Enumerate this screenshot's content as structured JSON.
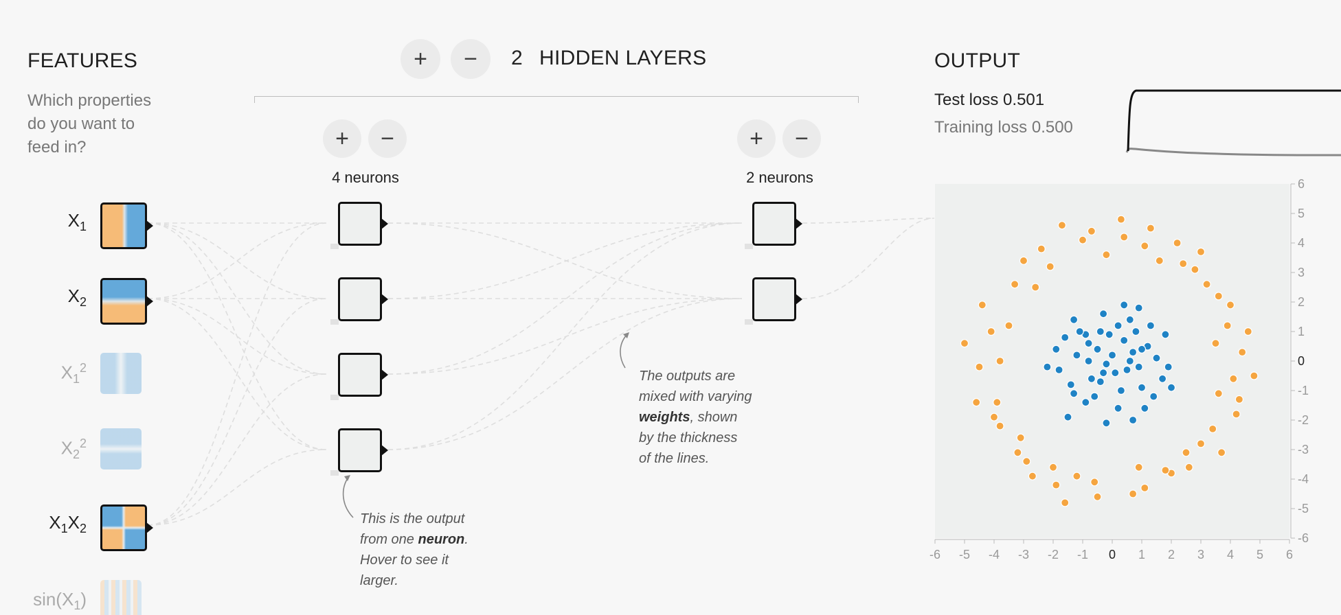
{
  "features": {
    "title": "FEATURES",
    "subtitle_lines": [
      "Which properties",
      "do you want to",
      "feed in?"
    ],
    "items": [
      {
        "id": "x1",
        "base": "X",
        "sub1": "1",
        "sup": "",
        "base2": "",
        "sub2": "",
        "active": true
      },
      {
        "id": "x2",
        "base": "X",
        "sub1": "2",
        "sup": "",
        "base2": "",
        "sub2": "",
        "active": true
      },
      {
        "id": "x1sq",
        "base": "X",
        "sub1": "1",
        "sup": "2",
        "base2": "",
        "sub2": "",
        "active": false
      },
      {
        "id": "x2sq",
        "base": "X",
        "sub1": "2",
        "sup": "2",
        "base2": "",
        "sub2": "",
        "active": false
      },
      {
        "id": "x1x2",
        "base": "X",
        "sub1": "1",
        "sup": "",
        "base2": "X",
        "sub2": "2",
        "active": true
      },
      {
        "id": "sinx1",
        "base": "sin(X",
        "sub1": "1",
        "sup": "",
        "base2": ")",
        "sub2": "",
        "active": false
      }
    ]
  },
  "hidden_layers": {
    "count": "2",
    "label": "HIDDEN LAYERS",
    "add_symbol": "+",
    "remove_symbol": "−",
    "layers": [
      {
        "neurons_label": "4 neurons",
        "neuron_count": 4
      },
      {
        "neurons_label": "2 neurons",
        "neuron_count": 2
      }
    ]
  },
  "annotations": {
    "weights": {
      "line1": "The outputs are",
      "line2": "mixed with varying",
      "bold": "weights",
      "line3_rest": ", shown",
      "line4": "by the thickness",
      "line5": "of the lines."
    },
    "neuron": {
      "line1": "This is the output",
      "line2_pre": "from one ",
      "bold": "neuron",
      "line2_post": ".",
      "line3": "Hover to see it",
      "line4": "larger."
    }
  },
  "output": {
    "title": "OUTPUT",
    "test_loss_label": "Test loss",
    "test_loss_value": "0.501",
    "training_loss_label": "Training loss",
    "training_loss_value": "0.500"
  },
  "colors": {
    "orange": "#f5a540",
    "blue": "#1f83c5",
    "feature_orange": "#f6bb77",
    "feature_blue": "#64a9da",
    "plot_bg": "#eef0ef"
  },
  "chart_data": {
    "type": "scatter",
    "xlim": [
      -6,
      6
    ],
    "ylim": [
      -6,
      6
    ],
    "x_ticks": [
      "-6",
      "-5",
      "-4",
      "-3",
      "-2",
      "-1",
      "0",
      "1",
      "2",
      "3",
      "4",
      "5",
      "6"
    ],
    "y_ticks": [
      "6",
      "5",
      "4",
      "3",
      "2",
      "1",
      "0",
      "-1",
      "-2",
      "-3",
      "-4",
      "-5",
      "-6"
    ],
    "series": [
      {
        "name": "",
        "color": "#1f83c5",
        "points": [
          [
            -0.3,
            1.6
          ],
          [
            0.2,
            1.2
          ],
          [
            -0.9,
            0.9
          ],
          [
            0.7,
            0.3
          ],
          [
            -0.5,
            0.4
          ],
          [
            0.1,
            -0.4
          ],
          [
            0.9,
            -0.2
          ],
          [
            -0.7,
            -0.6
          ],
          [
            0.4,
            0.7
          ],
          [
            -0.2,
            -0.1
          ],
          [
            1.2,
            0.5
          ],
          [
            -1.2,
            0.2
          ],
          [
            0.3,
            -1.0
          ],
          [
            -0.6,
            -1.2
          ],
          [
            1.0,
            -0.9
          ],
          [
            -1.4,
            -0.8
          ],
          [
            1.5,
            0.1
          ],
          [
            -1.1,
            1.0
          ],
          [
            0.6,
            1.4
          ],
          [
            -0.1,
            0.9
          ],
          [
            0.0,
            0.2
          ],
          [
            1.7,
            -0.6
          ],
          [
            -1.8,
            -0.3
          ],
          [
            0.8,
            1.0
          ],
          [
            -0.4,
            -0.7
          ],
          [
            0.5,
            -0.3
          ],
          [
            -0.8,
            0.0
          ],
          [
            1.3,
            1.2
          ],
          [
            -1.6,
            0.8
          ],
          [
            0.2,
            -1.6
          ],
          [
            -0.2,
            -2.1
          ],
          [
            1.1,
            -1.6
          ],
          [
            -1.5,
            -1.9
          ],
          [
            1.9,
            -0.2
          ],
          [
            -1.9,
            0.4
          ],
          [
            0.4,
            1.9
          ],
          [
            -0.9,
            -1.4
          ],
          [
            1.4,
            -1.2
          ],
          [
            0.7,
            -2.0
          ],
          [
            -1.3,
            -1.1
          ],
          [
            1.8,
            0.9
          ],
          [
            -2.2,
            -0.2
          ],
          [
            2.0,
            -0.9
          ],
          [
            0.9,
            1.8
          ],
          [
            -1.3,
            1.4
          ],
          [
            -0.4,
            1.0
          ],
          [
            0.6,
            0.0
          ],
          [
            -0.8,
            0.6
          ],
          [
            1.0,
            0.4
          ],
          [
            -0.3,
            -0.4
          ]
        ]
      },
      {
        "name": "",
        "color": "#f5a540",
        "points": [
          [
            0.3,
            4.8
          ],
          [
            -1.7,
            4.6
          ],
          [
            1.3,
            4.5
          ],
          [
            3.0,
            3.7
          ],
          [
            -2.1,
            3.2
          ],
          [
            4.0,
            1.9
          ],
          [
            4.6,
            1.0
          ],
          [
            4.8,
            -0.5
          ],
          [
            4.2,
            -1.8
          ],
          [
            3.7,
            -3.1
          ],
          [
            2.6,
            -3.6
          ],
          [
            1.1,
            -4.3
          ],
          [
            -0.5,
            -4.6
          ],
          [
            -1.9,
            -4.2
          ],
          [
            -2.9,
            -3.4
          ],
          [
            -3.8,
            -2.2
          ],
          [
            -4.6,
            -1.4
          ],
          [
            -5.0,
            0.6
          ],
          [
            -4.4,
            1.9
          ],
          [
            -3.3,
            2.6
          ],
          [
            -0.7,
            4.4
          ],
          [
            2.2,
            4.0
          ],
          [
            3.2,
            2.6
          ],
          [
            3.5,
            0.6
          ],
          [
            3.6,
            -1.1
          ],
          [
            3.0,
            -2.8
          ],
          [
            -3.1,
            -2.6
          ],
          [
            -3.9,
            -1.4
          ],
          [
            -3.8,
            0.0
          ],
          [
            -4.1,
            1.0
          ],
          [
            -2.7,
            -3.9
          ],
          [
            0.7,
            -4.5
          ],
          [
            2.0,
            -3.8
          ],
          [
            -1.6,
            -4.8
          ],
          [
            -2.4,
            3.8
          ],
          [
            1.6,
            3.4
          ],
          [
            3.6,
            2.2
          ],
          [
            4.1,
            -0.6
          ],
          [
            -4.5,
            -0.2
          ],
          [
            -3.2,
            -3.1
          ],
          [
            -0.2,
            3.6
          ],
          [
            1.1,
            3.9
          ],
          [
            2.5,
            -3.1
          ],
          [
            -1.2,
            -3.9
          ],
          [
            -3.5,
            1.2
          ],
          [
            3.9,
            1.2
          ],
          [
            -2.6,
            2.5
          ],
          [
            2.8,
            3.1
          ],
          [
            0.9,
            -3.6
          ],
          [
            -0.6,
            -4.1
          ],
          [
            4.3,
            -1.3
          ],
          [
            3.4,
            -2.3
          ],
          [
            -2.0,
            -3.6
          ],
          [
            2.4,
            3.3
          ],
          [
            -4.0,
            -1.9
          ],
          [
            1.8,
            -3.7
          ],
          [
            -1.0,
            4.1
          ],
          [
            0.4,
            4.2
          ],
          [
            -3.0,
            3.4
          ],
          [
            4.4,
            0.3
          ]
        ]
      }
    ]
  }
}
